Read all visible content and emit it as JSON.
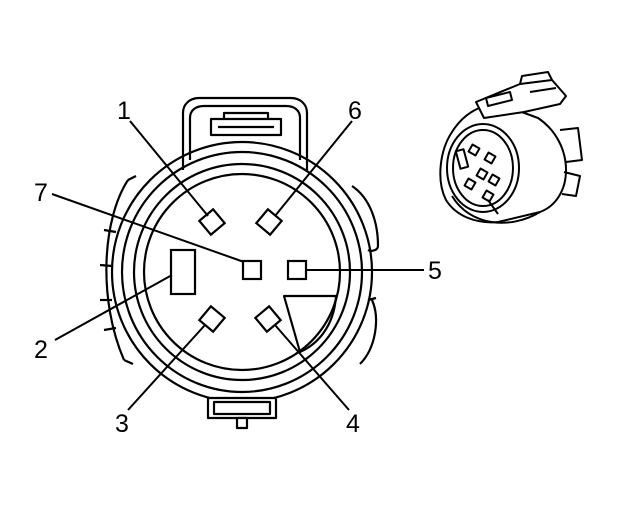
{
  "diagram": {
    "pin_labels": {
      "p1": "1",
      "p2": "2",
      "p3": "3",
      "p4": "4",
      "p5": "5",
      "p6": "6",
      "p7": "7"
    }
  }
}
